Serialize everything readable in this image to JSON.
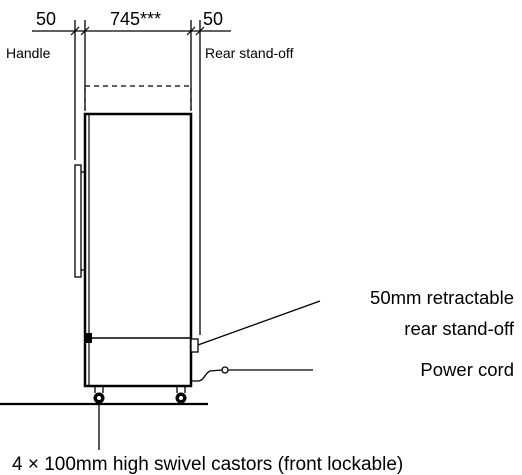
{
  "dimensions": {
    "left_clearance": "50",
    "depth": "745***",
    "right_clearance": "50"
  },
  "labels": {
    "handle": "Handle",
    "rear_standoff": "Rear stand-off"
  },
  "callouts": {
    "retractable_line1": "50mm retractable",
    "retractable_line2": "rear stand-off",
    "power_cord": "Power cord"
  },
  "caption": "4 × 100mm high swivel castors (front lockable)"
}
